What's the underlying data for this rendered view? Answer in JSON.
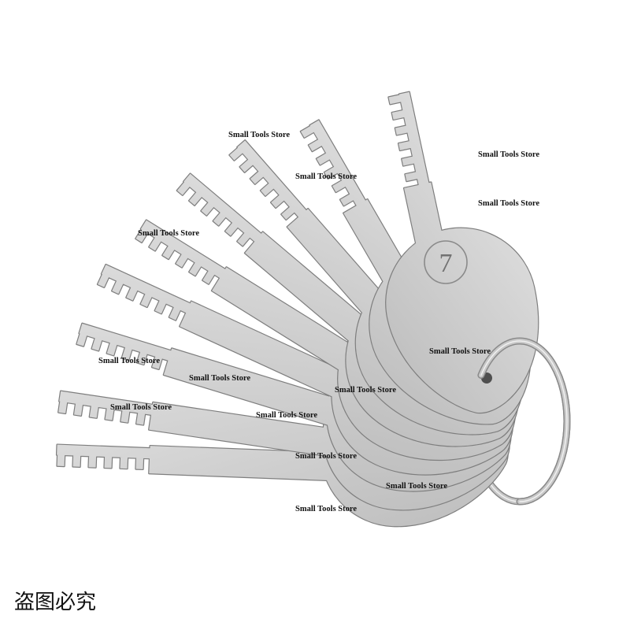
{
  "watermarks": [
    {
      "text": "Small Tools Store"
    },
    {
      "text": "Small Tools Store"
    },
    {
      "text": "Small Tools Store"
    },
    {
      "text": "Small Tools Store"
    },
    {
      "text": "Small Tools Store"
    },
    {
      "text": "Small Tools Store"
    },
    {
      "text": "Small Tools Store"
    },
    {
      "text": "Small Tools Store"
    },
    {
      "text": "Small Tools Store"
    },
    {
      "text": "Small Tools Store"
    },
    {
      "text": "Small Tools Store"
    },
    {
      "text": "Small Tools Store"
    },
    {
      "text": "Small Tools Store"
    },
    {
      "text": "Small Tools Store"
    }
  ],
  "key_stamp": "7",
  "notice": "盗图必究",
  "colors": {
    "background": "#ffffff",
    "metal_light": "#e6e6e6",
    "metal_mid": "#cfcfcf",
    "metal_dark": "#bcbcbc",
    "outline": "#7e7e7e",
    "hole": "#4f4f4f",
    "ring_dark": "#8a8a8a",
    "ring": "#c9c9c9",
    "ring_highlight": "#f0f0f0",
    "stamp": "#727272",
    "text": "#111111"
  }
}
